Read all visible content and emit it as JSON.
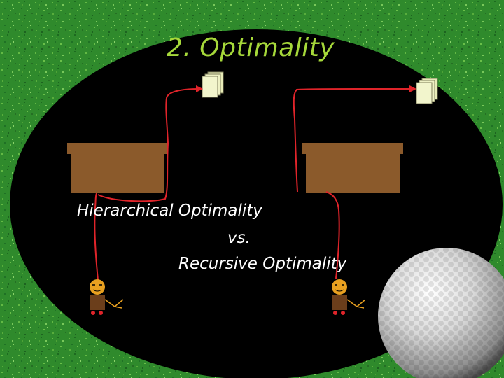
{
  "slide": {
    "title": "2. Optimality",
    "line1": "Hierarchical Optimality",
    "line2": "vs.",
    "line3": "Recursive Optimality"
  },
  "colors": {
    "background": "#2f8a2c",
    "ellipse": "#000000",
    "title": "#a6d83a",
    "text": "#ffffff",
    "box": "#8b5a2b",
    "arrow": "#e0242a",
    "document": "#f2f5cc"
  },
  "icons": [
    "document-stack-icon",
    "person-icon",
    "golf-ball-icon"
  ]
}
